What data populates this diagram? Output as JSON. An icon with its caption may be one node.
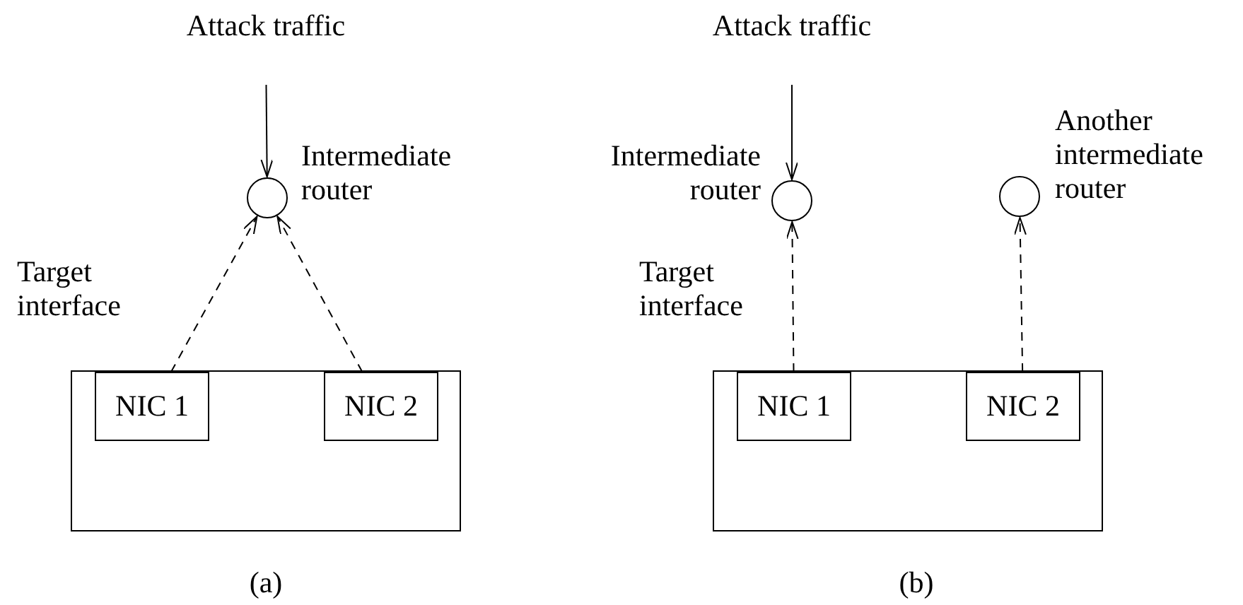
{
  "diagram": {
    "nodes": [
      {
        "text": [
          "Attack traffic"
        ]
      },
      {
        "text": [],
        "shape": "circle",
        "beside": [
          "Intermediate router"
        ]
      },
      {
        "text": [],
        "shape": "box"
      },
      {
        "text": [
          "NIC 1"
        ],
        "in": 2
      },
      {
        "text": [
          "NIC 2"
        ],
        "in": 2
      },
      {
        "text": [
          "Attack traffic"
        ]
      },
      {
        "text": [],
        "shape": "circle",
        "beside": [
          "Intermediate router"
        ]
      },
      {
        "text": [],
        "shape": "circle",
        "beside": [
          "Another intermediate router"
        ]
      },
      {
        "text": [],
        "shape": "box"
      },
      {
        "text": [
          "NIC 1"
        ],
        "in": 8
      },
      {
        "text": [
          "NIC 2"
        ],
        "in": 8
      }
    ],
    "edges": [
      {
        "from": 0,
        "to": 1,
        "arrow": "to"
      },
      {
        "from": 3,
        "to": 1,
        "arrow": "to",
        "style": "dashed",
        "label": "Target interface"
      },
      {
        "from": 4,
        "to": 1,
        "arrow": "to",
        "style": "dashed"
      },
      {
        "from": 5,
        "to": 6,
        "arrow": "to"
      },
      {
        "from": 9,
        "to": 6,
        "arrow": "to",
        "style": "dashed",
        "label": "Target interface"
      },
      {
        "from": 10,
        "to": 7,
        "arrow": "to",
        "style": "dashed"
      }
    ],
    "labels": [
      "(a)",
      "(b)"
    ]
  }
}
